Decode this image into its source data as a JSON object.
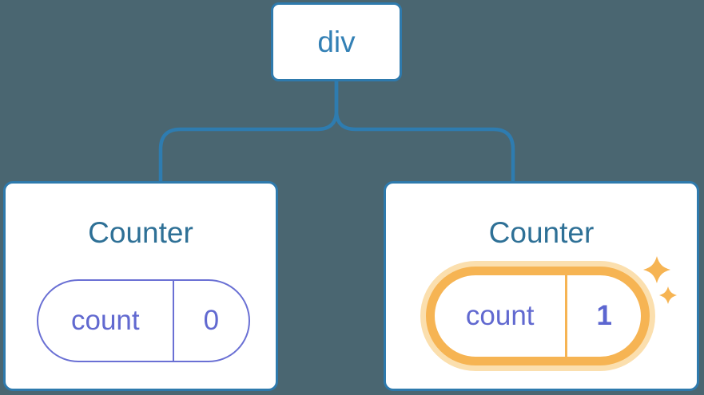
{
  "colors": {
    "background": "#4a6671",
    "line_blue": "#2e7cb0",
    "card_border": "#2e7aad",
    "node_text": "#3380b5",
    "title_text": "#2e7096",
    "pill_purple": "#6a70d4",
    "pill_text": "#6169d0",
    "value_text": "#5c66d0",
    "highlight_orange": "#f6b453",
    "highlight_glow": "#fbdfae",
    "card_bg": "#ffffff"
  },
  "tree": {
    "root": {
      "label": "div"
    },
    "children": [
      {
        "title": "Counter",
        "state": {
          "key": "count",
          "value": "0"
        },
        "highlighted": false
      },
      {
        "title": "Counter",
        "state": {
          "key": "count",
          "value": "1"
        },
        "highlighted": true
      }
    ]
  },
  "icons": {
    "sparkle": "four-pointed-star"
  }
}
